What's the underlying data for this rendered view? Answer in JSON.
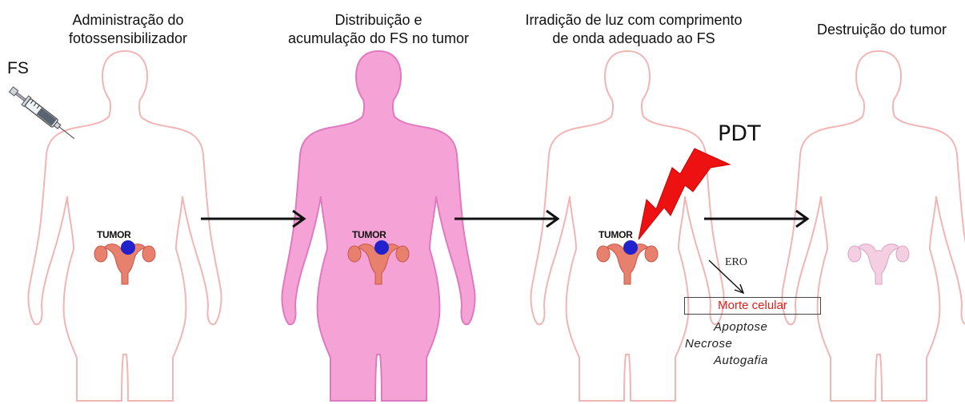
{
  "steps": [
    {
      "line1": "Administração do",
      "line2": "fotossensibilizador"
    },
    {
      "line1": "Distribuição e",
      "line2": "acumulação do FS no tumor"
    },
    {
      "line1": "Irradição de luz com comprimento",
      "line2": "de onda adequado ao FS"
    },
    {
      "line1": "Destruição do tumor",
      "line2": ""
    }
  ],
  "labels": {
    "fs": "FS",
    "tumor": "TUMOR",
    "pdt": "PDT",
    "ero": "ERO",
    "cell_death": "Morte celular",
    "mechanisms": [
      "Apoptose",
      "Necrose",
      "Autogafia"
    ]
  },
  "colors": {
    "outline": "#f2b5b5",
    "body_fill_accumulated": "#f5a3d6",
    "body_outline_accumulated": "#e07ac0",
    "uterus": "#e8806e",
    "uterus_destroyed": "#f4cfe2",
    "tumor": "#2222cc",
    "lightning": "#ee1111",
    "arrow": "#111111",
    "cell_death_text": "#e0201c"
  }
}
